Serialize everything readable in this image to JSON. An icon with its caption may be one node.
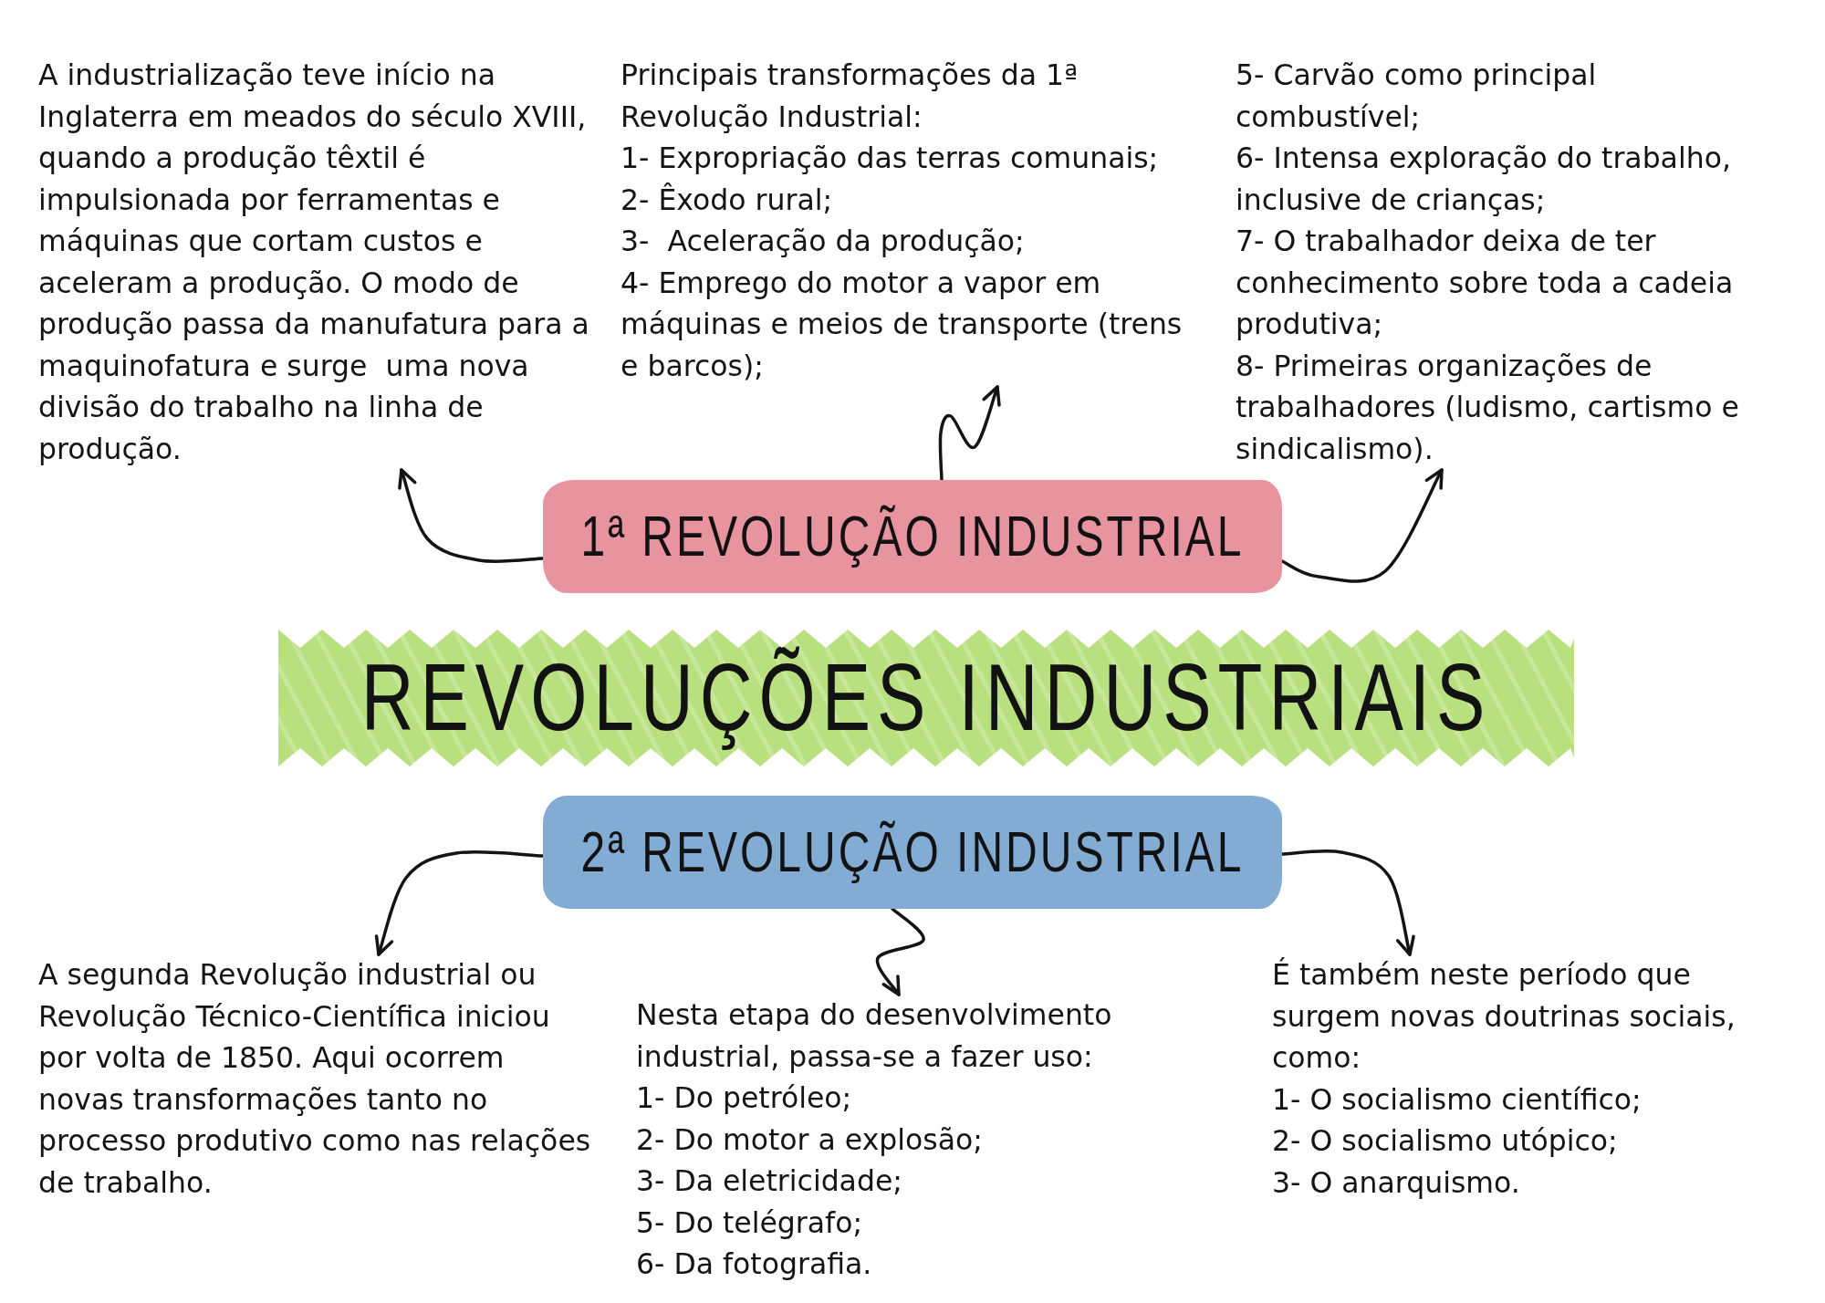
{
  "diagram": {
    "nodes": [
      {
        "text": [
          "A industrialização teve início na Inglaterra em meados do século XVIII, quando a produção têxtil é impulsionada por ferramentas e máquinas que cortam custos e aceleram a produção. O modo de produção passa da manufatura para a maquinofatura e surge  uma nova divisão do trabalho na linha de produção."
        ]
      },
      {
        "text": [
          "Principais transformações da 1ª Revolução Industrial:",
          "1- Expropriação das terras comunais;",
          "2- Êxodo rural;",
          "3-  Aceleração da produção;",
          "4- Emprego do motor a vapor em máquinas e meios de transporte (trens e barcos);"
        ]
      },
      {
        "text": [
          "5- Carvão como principal combustível;",
          "6- Intensa exploração do trabalho, inclusive de crianças;",
          "7- O trabalhador deixa de ter conhecimento sobre toda a cadeia produtiva;",
          "8- Primeiras organizações de trabalhadores (ludismo, cartismo e sindicalismo)."
        ]
      },
      {
        "text": [
          "1ª REVOLUÇÃO INDUSTRIAL"
        ]
      },
      {
        "text": [
          "REVOLUÇÕES INDUSTRIAIS"
        ]
      },
      {
        "text": [
          "2ª REVOLUÇÃO INDUSTRIAL"
        ]
      },
      {
        "text": [
          "A segunda Revolução industrial ou Revolução Técnico-Científica iniciou por volta de 1850. Aqui ocorrem novas transformações tanto no processo produtivo como nas relações de trabalho."
        ]
      },
      {
        "text": [
          "Nesta etapa do desenvolvimento industrial, passa-se a fazer uso:",
          "1- Do petróleo;",
          "2- Do motor a explosão;",
          "3- Da eletricidade;",
          "5- Do telégrafo;",
          "6- Da fotografia."
        ]
      },
      {
        "text": [
          "É também neste período que surgem novas doutrinas sociais, como:",
          "1- O socialismo científico;",
          "2- O socialismo utópico;",
          "3- O anarquismo."
        ]
      }
    ],
    "edges": [
      {
        "from": 3,
        "to": 0,
        "arrow": "to"
      },
      {
        "from": 3,
        "to": 1,
        "arrow": "to"
      },
      {
        "from": 3,
        "to": 2,
        "arrow": "to"
      },
      {
        "from": 5,
        "to": 6,
        "arrow": "to"
      },
      {
        "from": 5,
        "to": 7,
        "arrow": "to"
      },
      {
        "from": 5,
        "to": 8,
        "arrow": "to"
      }
    ]
  }
}
